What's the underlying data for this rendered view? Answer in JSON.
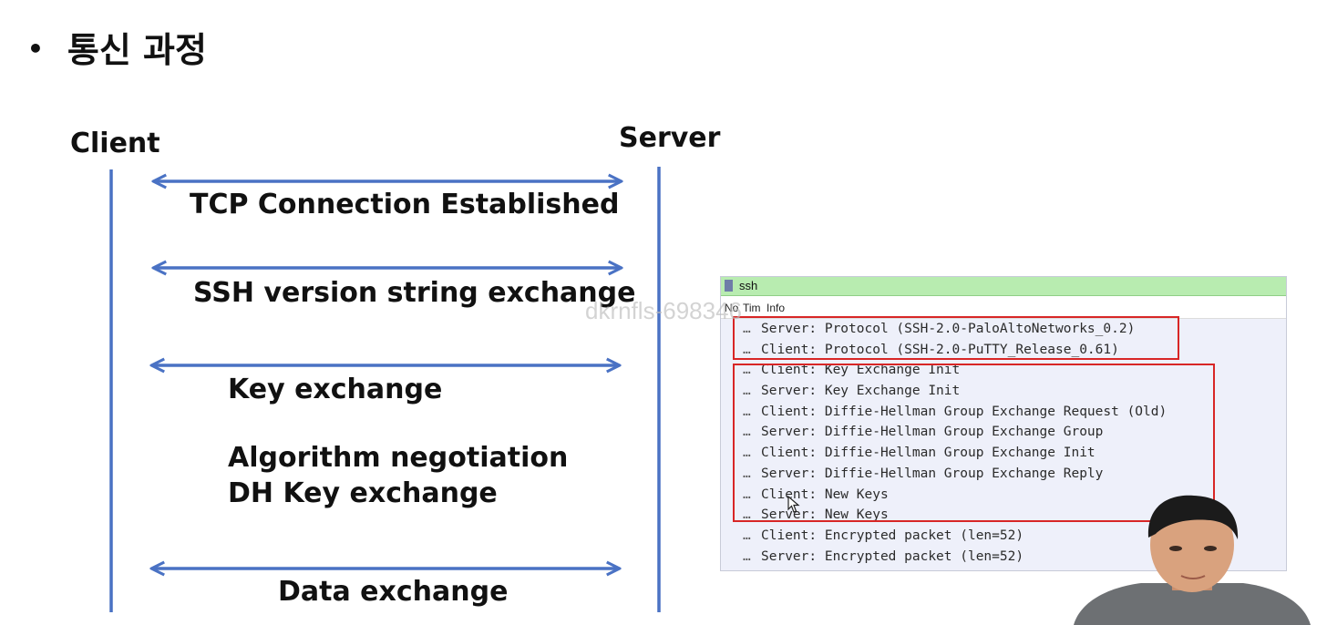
{
  "slide": {
    "bullet": "•",
    "title": "통신 과정"
  },
  "diagram": {
    "client_label": "Client",
    "server_label": "Server",
    "line_color": "#4a72c4",
    "steps": [
      {
        "label": "TCP Connection Established"
      },
      {
        "label": "SSH version string exchange"
      },
      {
        "label": "Key exchange"
      },
      {
        "label": "Algorithm negotiation"
      },
      {
        "label": "DH Key exchange"
      },
      {
        "label": "Data exchange"
      }
    ]
  },
  "capture": {
    "filter_value": "ssh",
    "columns": [
      "No",
      "Tim",
      "Info"
    ],
    "row_prefix": "…",
    "highlight_color": "#d82626",
    "rows": [
      {
        "info": "Server: Protocol (SSH-2.0-PaloAltoNetworks_0.2)"
      },
      {
        "info": "Client: Protocol (SSH-2.0-PuTTY_Release_0.61)"
      },
      {
        "info": "Client: Key Exchange Init"
      },
      {
        "info": "Server: Key Exchange Init"
      },
      {
        "info": "Client: Diffie-Hellman Group Exchange Request (Old)"
      },
      {
        "info": "Server: Diffie-Hellman Group Exchange Group"
      },
      {
        "info": "Client: Diffie-Hellman Group Exchange Init"
      },
      {
        "info": "Server: Diffie-Hellman Group Exchange Reply"
      },
      {
        "info": "Client: New Keys"
      },
      {
        "info": "Server: New Keys"
      },
      {
        "info": "Client: Encrypted packet (len=52)"
      },
      {
        "info": "Server: Encrypted packet (len=52)"
      }
    ]
  },
  "watermark": "dkrnfls-698346"
}
